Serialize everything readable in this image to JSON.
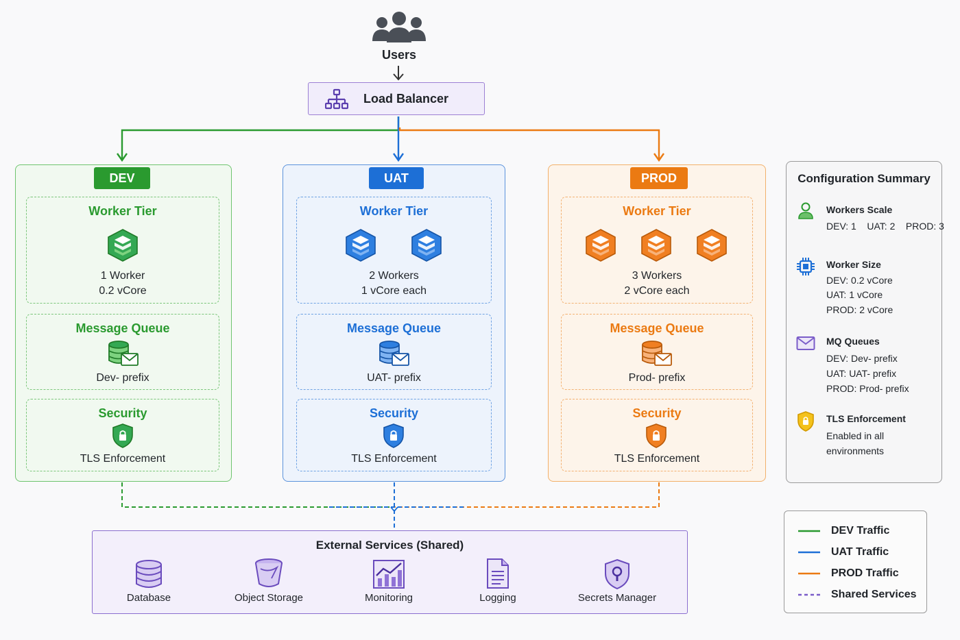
{
  "top": {
    "users_label": "Users",
    "load_balancer_label": "Load Balancer"
  },
  "environments": [
    {
      "badge": "DEV",
      "color": "#2a9a2f",
      "worker": {
        "title": "Worker Tier",
        "line1": "1 Worker",
        "line2": "0.2 vCore",
        "count": 1
      },
      "queue": {
        "title": "Message Queue",
        "line": "Dev- prefix"
      },
      "security": {
        "title": "Security",
        "line": "TLS Enforcement"
      }
    },
    {
      "badge": "UAT",
      "color": "#1d6fd6",
      "worker": {
        "title": "Worker Tier",
        "line1": "2 Workers",
        "line2": "1 vCore each",
        "count": 2
      },
      "queue": {
        "title": "Message Queue",
        "line": "UAT- prefix"
      },
      "security": {
        "title": "Security",
        "line": "TLS Enforcement"
      }
    },
    {
      "badge": "PROD",
      "color": "#eb7a12",
      "worker": {
        "title": "Worker Tier",
        "line1": "3 Workers",
        "line2": "2 vCore each",
        "count": 3
      },
      "queue": {
        "title": "Message Queue",
        "line": "Prod- prefix"
      },
      "security": {
        "title": "Security",
        "line": "TLS Enforcement"
      }
    }
  ],
  "summary": {
    "title": "Configuration Summary",
    "workers_scale": {
      "heading": "Workers Scale",
      "line": "DEV: 1    UAT: 2    PROD: 3"
    },
    "worker_size": {
      "heading": "Worker Size",
      "lines": [
        "DEV: 0.2 vCore",
        "UAT: 1 vCore",
        "PROD: 2 vCore"
      ]
    },
    "mq_queues": {
      "heading": "MQ Queues",
      "lines": [
        "DEV: Dev- prefix",
        "UAT: UAT- prefix",
        "PROD: Prod- prefix"
      ]
    },
    "tls": {
      "heading": "TLS Enforcement",
      "lines": [
        "Enabled in all",
        "environments"
      ]
    }
  },
  "legend": [
    {
      "label": "DEV Traffic",
      "color": "#2a9a2f",
      "style": "solid"
    },
    {
      "label": "UAT Traffic",
      "color": "#1d6fd6",
      "style": "solid"
    },
    {
      "label": "PROD Traffic",
      "color": "#eb7a12",
      "style": "solid"
    },
    {
      "label": "Shared Services",
      "color": "#7a5cc9",
      "style": "dashed"
    }
  ],
  "external": {
    "title": "External Services (Shared)",
    "services": [
      {
        "label": "Database",
        "icon": "database-icon"
      },
      {
        "label": "Object Storage",
        "icon": "bucket-icon"
      },
      {
        "label": "Monitoring",
        "icon": "chart-icon"
      },
      {
        "label": "Logging",
        "icon": "document-icon"
      },
      {
        "label": "Secrets Manager",
        "icon": "shield-key-icon"
      }
    ]
  },
  "colors": {
    "shared": "#7a5cc9",
    "lb_border": "#9c7fd4"
  }
}
